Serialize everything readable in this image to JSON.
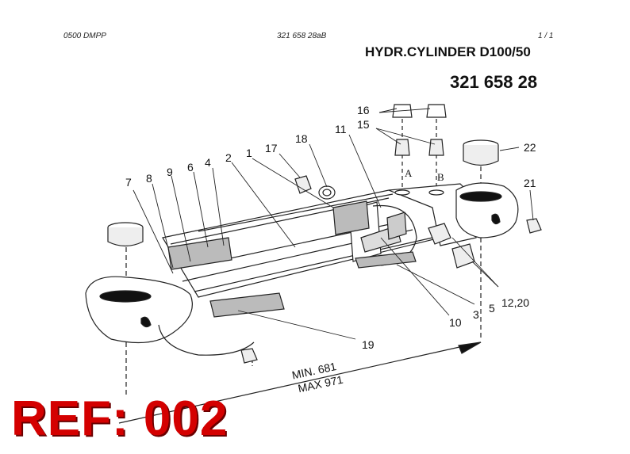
{
  "header": {
    "left_code": "0500 DMPP",
    "center_code": "321 658 28aB",
    "page": "1 /  1",
    "title": "HYDR.CYLINDER D100/50",
    "part_number": "321 658 28"
  },
  "callouts": [
    "16",
    "15",
    "11",
    "18",
    "17",
    "1",
    "2",
    "4",
    "6",
    "9",
    "8",
    "7",
    "22",
    "21",
    "12,20",
    "5",
    "3",
    "10",
    "19"
  ],
  "ports": [
    "A",
    "B"
  ],
  "dimension": {
    "min": "MIN. 681",
    "max": "MAX 971"
  },
  "reference": "REF: 002"
}
